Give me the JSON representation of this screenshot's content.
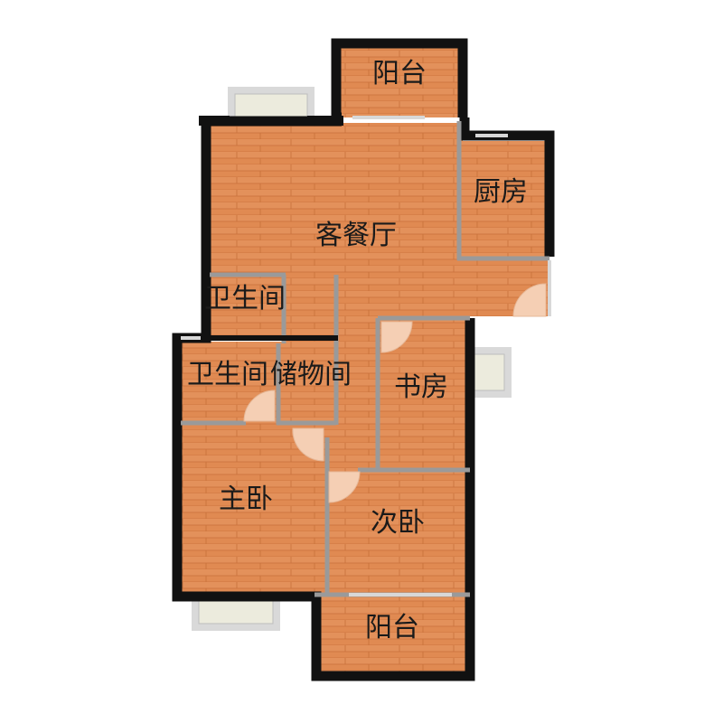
{
  "rooms": {
    "balcony_top": "阳台",
    "living_dining": "客餐厅",
    "kitchen": "厨房",
    "bathroom_upper": "卫生间",
    "bathroom_lower": "卫生间",
    "storage": "储物间",
    "study": "书房",
    "master_bedroom": "主卧",
    "second_bedroom": "次卧",
    "balcony_bottom": "阳台"
  },
  "colors": {
    "floor": "#e08a52",
    "plank_line": "#c9703a",
    "wall": "#111111",
    "partition": "#9a9a9a",
    "window_frame": "#d8d8d8",
    "bay_fill": "#ecebdd",
    "door_swing": "#f5cfb4"
  }
}
